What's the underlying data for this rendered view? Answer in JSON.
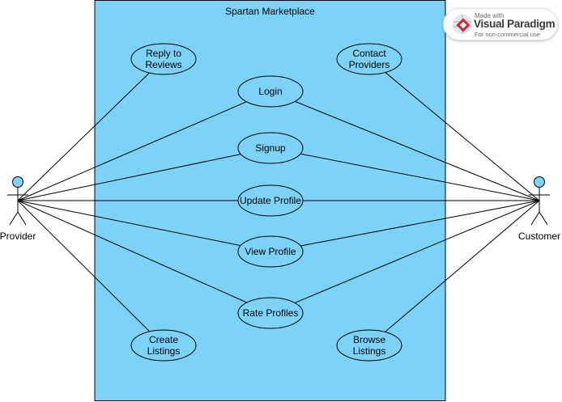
{
  "system": {
    "title": "Spartan Marketplace",
    "fill": "#7dd3f7"
  },
  "actors": {
    "provider": "Provider",
    "customer": "Customer"
  },
  "use_cases": {
    "reply_to_reviews": [
      "Reply to",
      "Reviews"
    ],
    "contact_providers": [
      "Contact",
      "Providers"
    ],
    "login": [
      "Login"
    ],
    "signup": [
      "Signup"
    ],
    "update_profile": [
      "Update Profile"
    ],
    "view_profile": [
      "View Profile"
    ],
    "rate_profiles": [
      "Rate Profiles"
    ],
    "create_listings": [
      "Create",
      "Listings"
    ],
    "browse_listings": [
      "Browse",
      "Listings"
    ]
  },
  "associations": {
    "provider": [
      "reply_to_reviews",
      "login",
      "signup",
      "update_profile",
      "view_profile",
      "rate_profiles",
      "create_listings"
    ],
    "customer": [
      "contact_providers",
      "login",
      "signup",
      "update_profile",
      "view_profile",
      "rate_profiles",
      "browse_listings"
    ]
  },
  "watermark": {
    "line1": "Made with",
    "brand": "Visual Paradigm",
    "line3": "For non-commercial use",
    "icon": "visual-paradigm-logo"
  }
}
